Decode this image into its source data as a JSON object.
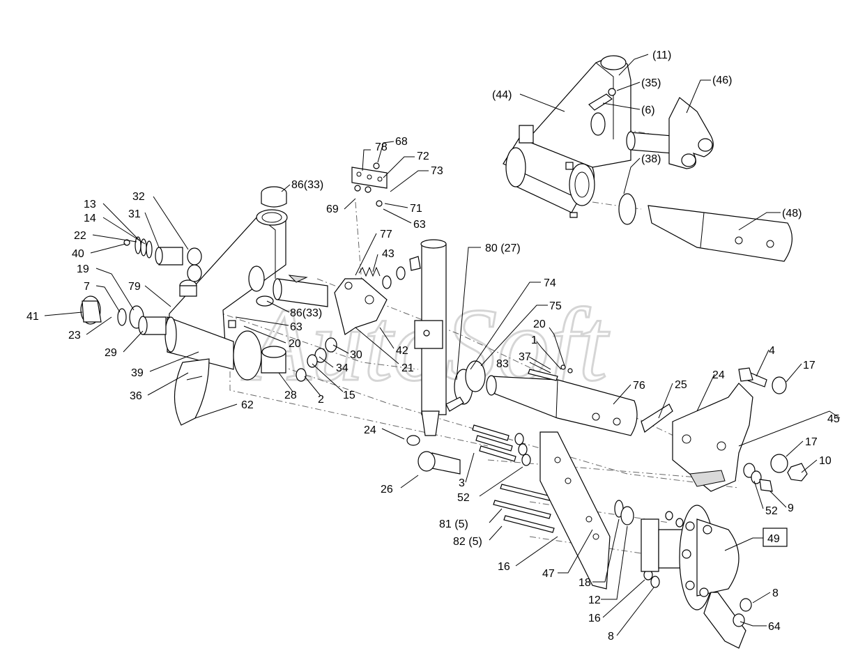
{
  "watermark": "AutoSoft",
  "labels": {
    "l11": "(11)",
    "l35": "(35)",
    "l6": "(6)",
    "l44": "(44)",
    "l46": "(46)",
    "l38": "(38)",
    "l48": "(48)",
    "l78": "78",
    "l68": "68",
    "l72": "72",
    "l73": "73",
    "l71": "71",
    "l69": "69",
    "l63a": "63",
    "l86a": "86(33)",
    "l32": "32",
    "l13": "13",
    "l31": "31",
    "l14": "14",
    "l22": "22",
    "l40": "40",
    "l19": "19",
    "l7": "7",
    "l79": "79",
    "l41": "41",
    "l23": "23",
    "l29": "29",
    "l39": "39",
    "l36": "36",
    "l62": "62",
    "l77": "77",
    "l43": "43",
    "l80": "80 (27)",
    "l74": "74",
    "l75": "75",
    "l86b": "86(33)",
    "l63b": "63",
    "l20a": "20",
    "l30": "30",
    "l34": "34",
    "l28": "28",
    "l2": "2",
    "l15": "15",
    "l42": "42",
    "l21": "21",
    "l20b": "20",
    "l1": "1",
    "l83": "83",
    "l37": "37",
    "l76": "76",
    "l25": "25",
    "l24a": "24",
    "l4": "4",
    "l17a": "17",
    "l45": "45",
    "l24b": "24",
    "l26": "26",
    "l3": "3",
    "l52a": "52",
    "l81": "81 (5)",
    "l82": "82 (5)",
    "l16a": "16",
    "l47": "47",
    "l18": "18",
    "l12": "12",
    "l16b": "16",
    "l8a": "8",
    "l49": "49",
    "l8b": "8",
    "l64": "64",
    "l17b": "17",
    "l10": "10",
    "l52b": "52",
    "l9": "9"
  }
}
